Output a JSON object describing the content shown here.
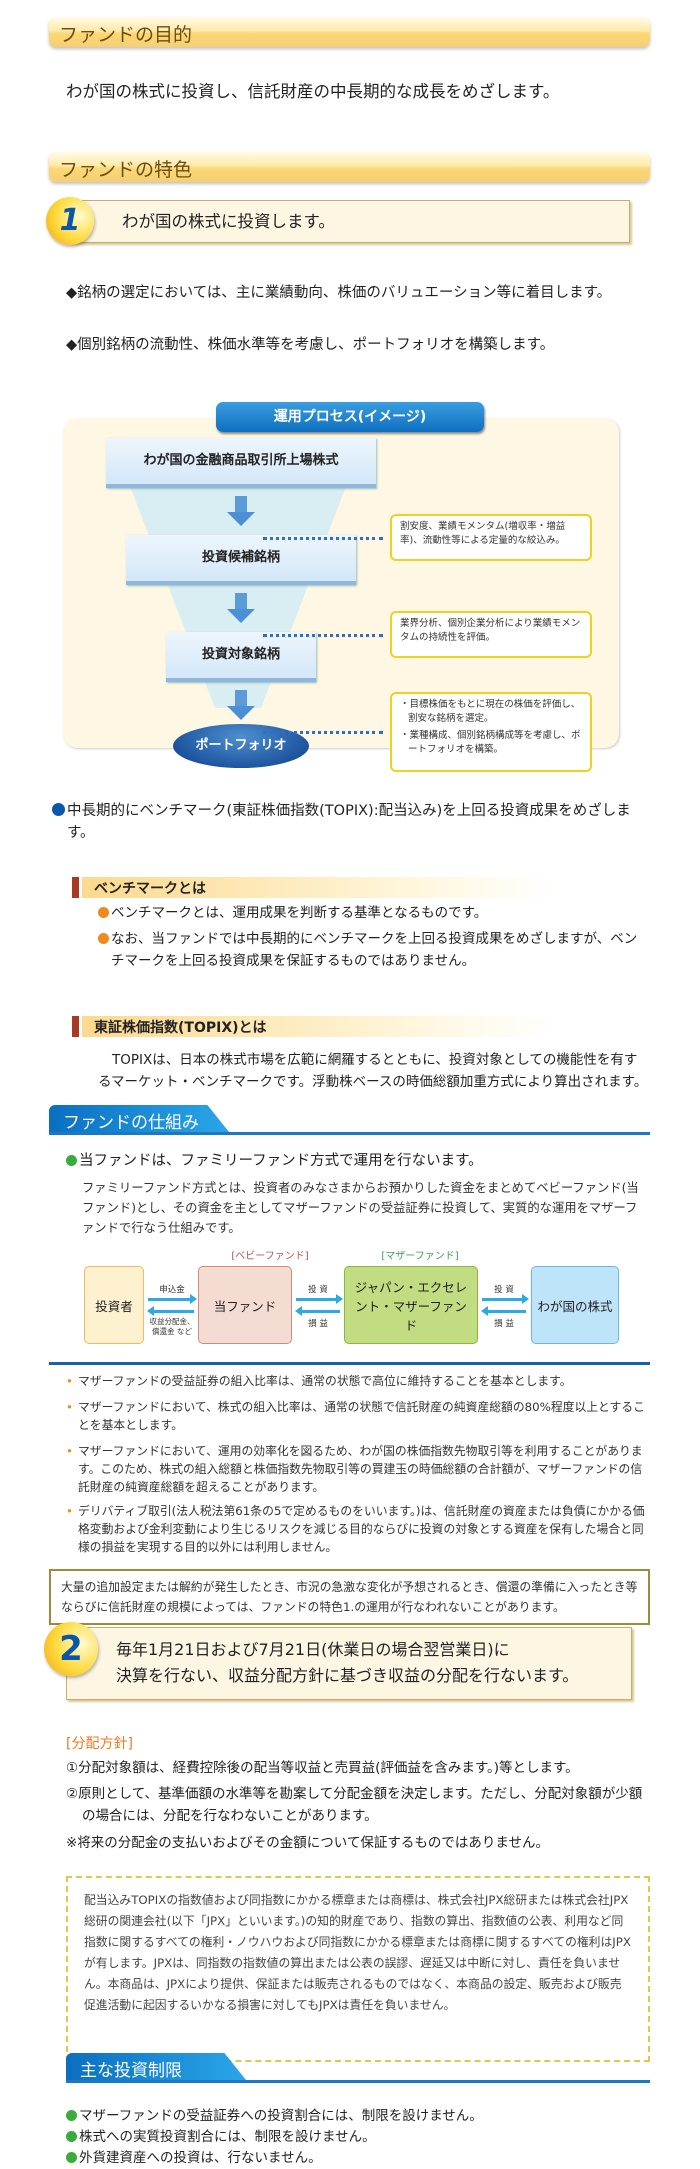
{
  "purpose": {
    "title": "ファンドの目的",
    "text": "わが国の株式に投資し、信託財産の中長期的な成長をめざします。"
  },
  "features": {
    "title": "ファンドの特色",
    "f1": {
      "number": "1",
      "title": "わが国の株式に投資します。",
      "bullets": [
        "◆銘柄の選定においては、主に業績動向、株価のバリュエーション等に着目します。",
        "◆個別銘柄の流動性、株価水準等を考慮し、ポートフォリオを構築します。"
      ],
      "process": {
        "title": "運用プロセス(イメージ)",
        "steps": [
          "わが国の金融商品取引所上場株式",
          "投資候補銘柄",
          "投資対象銘柄",
          "ポートフォリオ"
        ],
        "notes": [
          "割安度、業績モメンタム(増収率・増益率)、流動性等による定量的な絞込み。",
          "業界分析、個別企業分析により業績モメンタムの持続性を評価。",
          "・目標株価をもとに現在の株価を評価し、割安な銘柄を選定。",
          "・業種構成、個別銘柄構成等を考慮し、ポートフォリオを構築。"
        ]
      },
      "benchmark_text": "中長期的にベンチマーク(東証株価指数(TOPIX):配当込み)を上回る投資成果をめざします。",
      "bm_title": "ベンチマークとは",
      "bm_bullets": [
        "ベンチマークとは、運用成果を判断する基準となるものです。",
        "なお、当ファンドでは中長期的にベンチマークを上回る投資成果をめざしますが、ベンチマークを上回る投資成果を保証するものではありません。"
      ],
      "topix_title": "東証株価指数(TOPIX)とは",
      "topix_text": "TOPIXは、日本の株式市場を広範に網羅するとともに、投資対象としての機能性を有するマーケット・ベンチマークです。浮動株ベースの時価総額加重方式により算出されます。"
    },
    "structure": {
      "title": "ファンドの仕組み",
      "lead": "当ファンドは、ファミリーファンド方式で運用を行ないます。",
      "desc": "ファミリーファンド方式とは、投資者のみなさまからお預かりした資金をまとめてベビーファンド(当ファンド)とし、その資金を主としてマザーファンドの受益証券に投資して、実質的な運用をマザーファンドで行なう仕組みです。",
      "baby_label": "[ベビーファンド]",
      "mother_label": "[マザーファンド]",
      "nodes": [
        "投資者",
        "当ファンド",
        "ジャパン・エクセレント・マザーファンド",
        "わが国の株式"
      ],
      "arrows": {
        "apply": "申込金",
        "return": "収益分配金、償還金 など",
        "invest": "投 資",
        "pl": "損 益"
      },
      "notes": [
        "マザーファンドの受益証券の組入比率は、通常の状態で高位に維持することを基本とします。",
        "マザーファンドにおいて、株式の組入比率は、通常の状態で信託財産の純資産総額の80%程度以上とすることを基本とします。",
        "マザーファンドにおいて、運用の効率化を図るため、わが国の株価指数先物取引等を利用することがあります。このため、株式の組入総額と株価指数先物取引等の買建玉の時価総額の合計額が、マザーファンドの信託財産の純資産総額を超えることがあります。",
        "デリバティブ取引(法人税法第61条の5で定めるものをいいます。)は、信託財産の資産または負債にかかる価格変動および金利変動により生じるリスクを減じる目的ならびに投資の対象とする資産を保有した場合と同様の損益を実現する目的以外には利用しません。"
      ],
      "caution": "大量の追加設定または解約が発生したとき、市況の急激な変化が予想されるとき、償還の準備に入ったとき等ならびに信託財産の規模によっては、ファンドの特色1.の運用が行なわれないことがあります。"
    },
    "f2": {
      "number": "2",
      "title_line1": "毎年1月21日および7月21日(休業日の場合翌営業日)に",
      "title_line2": "決算を行ない、収益分配方針に基づき収益の分配を行ないます。",
      "policy_label": "[分配方針]",
      "policy": [
        "①分配対象額は、経費控除後の配当等収益と売買益(評価益を含みます。)等とします。",
        "②原則として、基準価額の水準等を勘案して分配金額を決定します。ただし、分配対象額が少額の場合には、分配を行なわないことがあります。",
        "※将来の分配金の支払いおよびその金額について保証するものではありません。"
      ],
      "disclaimer": "配当込みTOPIXの指数値および同指数にかかる標章または商標は、株式会社JPX総研または株式会社JPX総研の関連会社(以下「JPX」といいます。)の知的財産であり、指数の算出、指数値の公表、利用など同指数に関するすべての権利・ノウハウおよび同指数にかかる標章または商標に関するすべての権利はJPXが有します。JPXは、同指数の指数値の算出または公表の誤謬、遅延又は中断に対し、責任を負いません。本商品は、JPXにより提供、保証または販売されるものではなく、本商品の設定、販売および販売促進活動に起因するいかなる損害に対してもJPXは責任を負いません。"
    }
  },
  "limits": {
    "title": "主な投資制限",
    "items": [
      "マザーファンドの受益証券への投資割合には、制限を設けません。",
      "株式への実質投資割合には、制限を設けません。",
      "外貨建資産への投資は、行ないません。"
    ]
  },
  "colors": {
    "blue": "#1a78c6",
    "green": "#3aac3a",
    "orange": "#ef8a1e",
    "navy": "#0a56a8"
  }
}
